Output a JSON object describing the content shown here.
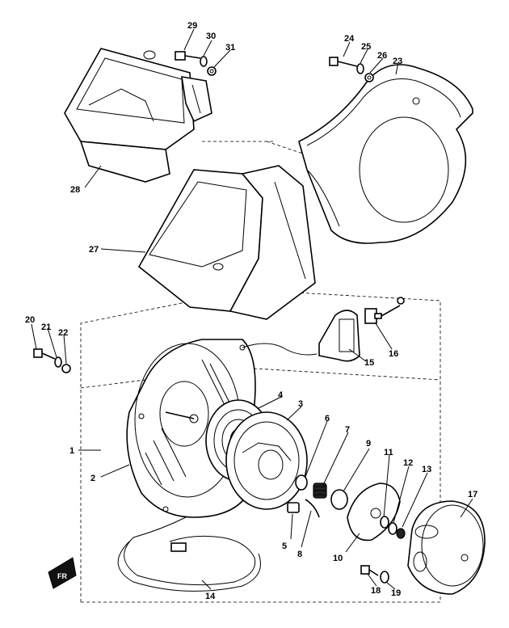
{
  "diagram": {
    "callouts": {
      "c1": "1",
      "c2": "2",
      "c3": "3",
      "c4": "4",
      "c5": "5",
      "c6": "6",
      "c7": "7",
      "c8": "8",
      "c9": "9",
      "c10": "10",
      "c11": "11",
      "c12": "12",
      "c13": "13",
      "c14": "14",
      "c15": "15",
      "c16": "16",
      "c17": "17",
      "c18": "18",
      "c19": "19",
      "c20": "20",
      "c21": "21",
      "c22": "22",
      "c23": "23",
      "c24": "24",
      "c25": "25",
      "c26": "26",
      "c27": "27",
      "c28": "28",
      "c29": "29",
      "c30": "30",
      "c31": "31"
    },
    "front_badge": "FR"
  }
}
